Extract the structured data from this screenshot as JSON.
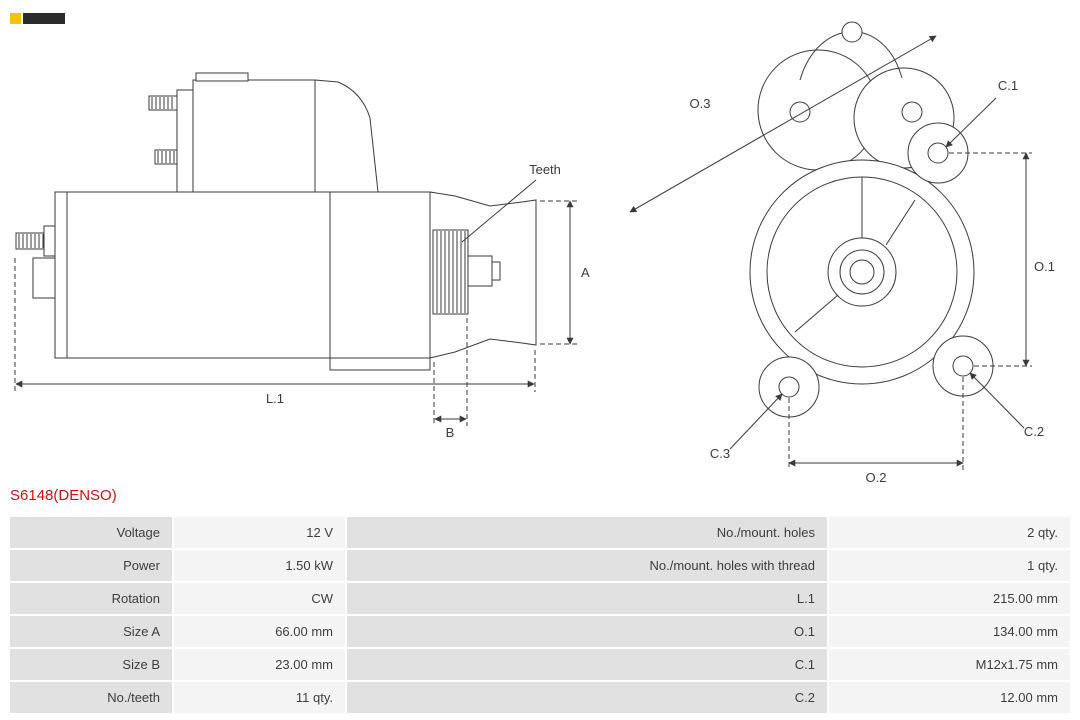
{
  "part_number": "S6148(DENSO)",
  "diagram": {
    "side_view_labels": {
      "teeth": "Teeth",
      "a": "A",
      "b": "B",
      "l1": "L.1"
    },
    "front_view_labels": {
      "o1": "O.1",
      "o2": "O.2",
      "o3": "O.3",
      "c1": "C.1",
      "c2": "C.2",
      "c3": "C.3"
    }
  },
  "table": {
    "rows": [
      {
        "label_left": "Voltage",
        "value_left": "12 V",
        "label_right": "No./mount. holes",
        "value_right": "2 qty."
      },
      {
        "label_left": "Power",
        "value_left": "1.50 kW",
        "label_right": "No./mount. holes with thread",
        "value_right": "1 qty."
      },
      {
        "label_left": "Rotation",
        "value_left": "CW",
        "label_right": "L.1",
        "value_right": "215.00 mm"
      },
      {
        "label_left": "Size A",
        "value_left": "66.00 mm",
        "label_right": "O.1",
        "value_right": "134.00 mm"
      },
      {
        "label_left": "Size B",
        "value_left": "23.00 mm",
        "label_right": "C.1",
        "value_right": "M12x1.75 mm"
      },
      {
        "label_left": "No./teeth",
        "value_left": "11 qty.",
        "label_right": "C.2",
        "value_right": "12.00 mm"
      }
    ]
  },
  "colors": {
    "part_number": "#cc1111",
    "label_cell_bg": "#e1e1e1",
    "value_cell_bg": "#f4f4f4",
    "drawing_stroke": "#3a3a3a",
    "logo_accent": "#f2c500"
  }
}
